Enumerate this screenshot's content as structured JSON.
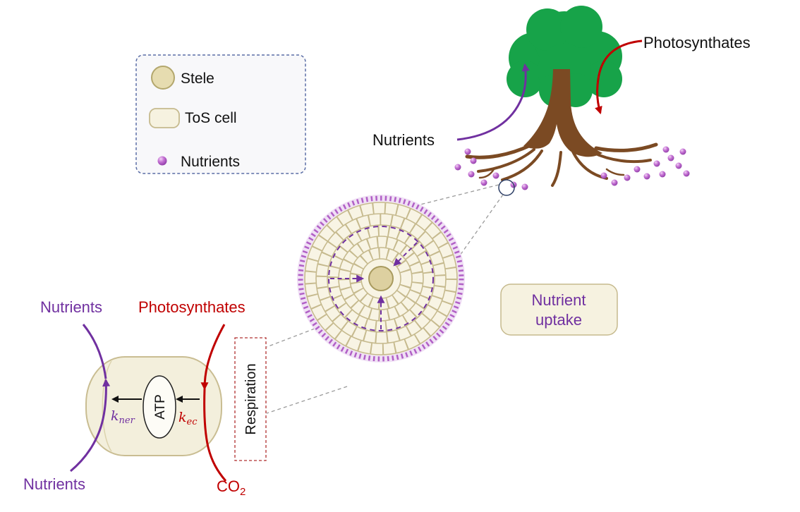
{
  "colors": {
    "purple": "#7030a0",
    "red": "#c00000",
    "cell_fill": "#f6f2e0",
    "cell_stroke": "#c6ba8e",
    "stele_fill": "#ddd0a0",
    "stele_stroke": "#a89a5e",
    "canopy_green": "#17a349",
    "trunk_brown": "#7b4a23",
    "nutrient_dot_purple": "#b45cc8",
    "legend_border_blue": "#5b6ea6",
    "connector_gray": "#9a9a9a"
  },
  "legend": {
    "items": [
      {
        "label": "Stele"
      },
      {
        "label": "ToS cell"
      },
      {
        "label": "Nutrients"
      }
    ]
  },
  "tree": {
    "photosynthates_label": "Photosynthates",
    "nutrients_label": "Nutrients"
  },
  "cross_section": {
    "caption_line1": "Nutrient",
    "caption_line2": "uptake"
  },
  "cell_diagram": {
    "nutrients_top_label": "Nutrients",
    "photosynthates_label": "Photosynthates",
    "nutrients_bottom_label": "Nutrients",
    "atp_label": "ATP",
    "respiration_label": "Respiration",
    "k_ner": {
      "base": "k",
      "sub": "ner"
    },
    "k_ec": {
      "base": "k",
      "sub": "ec"
    },
    "co2": {
      "base": "CO",
      "sub": "2"
    }
  }
}
